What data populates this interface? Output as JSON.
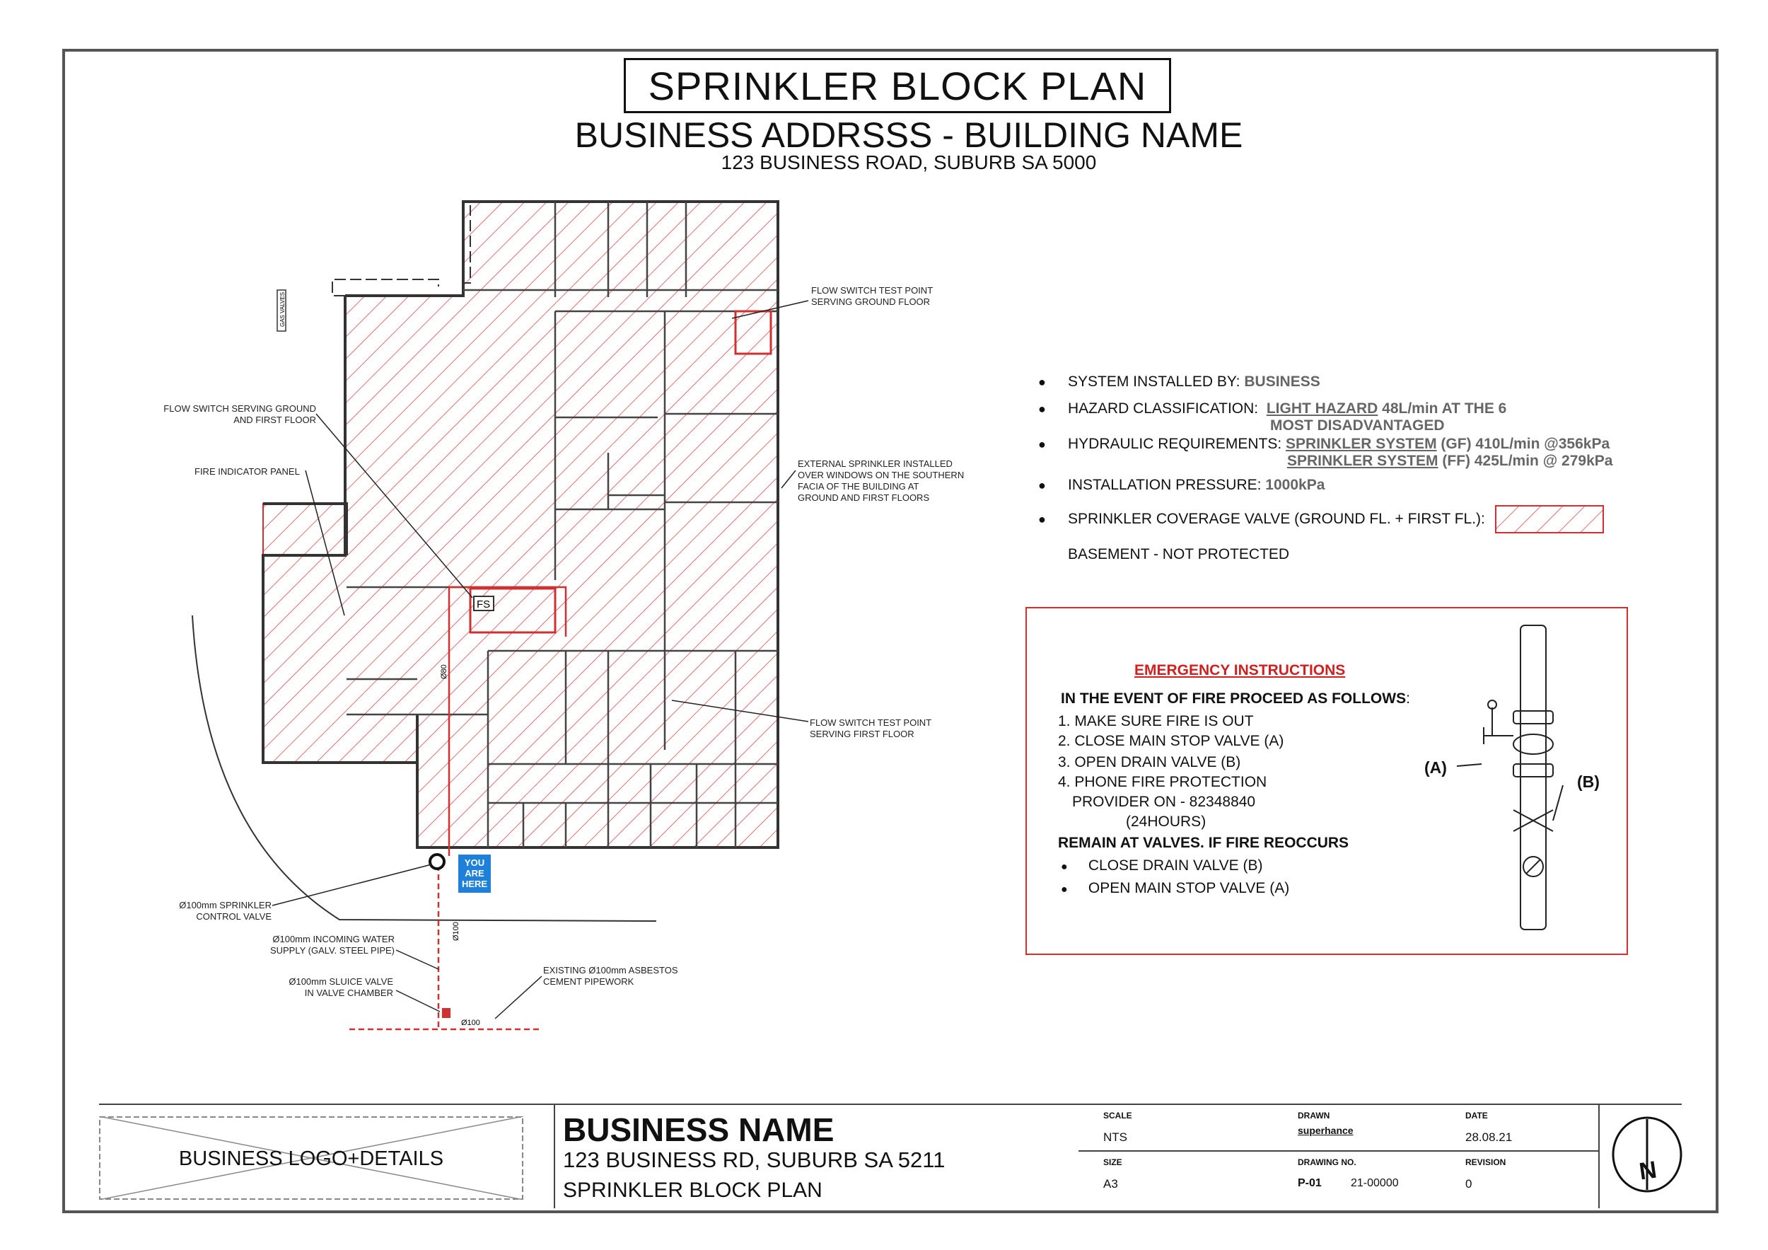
{
  "header": {
    "title": "SPRINKLER BLOCK PLAN",
    "subtitle": "BUSINESS ADDRSSS - BUILDING NAME",
    "address": "123 BUSINESS ROAD, SUBURB SA 5000"
  },
  "callouts": {
    "gas_valves": "GAS VALVES",
    "flow_switch_test_gf": [
      "FLOW SWITCH TEST POINT",
      "SERVING GROUND FLOOR"
    ],
    "flow_switch_serving": [
      "FLOW SWITCH SERVING GROUND",
      "AND FIRST FLOOR"
    ],
    "fire_indicator_panel": "FIRE INDICATOR PANEL",
    "external_sprinkler": [
      "EXTERNAL SPRINKLER INSTALLED",
      "OVER WINDOWS ON THE SOUTHERN",
      "FACIA OF THE BUILDING AT",
      "GROUND AND FIRST FLOORS"
    ],
    "flow_switch_test_ff": [
      "FLOW SWITCH TEST POINT",
      "SERVING FIRST FLOOR"
    ],
    "control_valve": [
      "Ø100mm SPRINKLER",
      "CONTROL VALVE"
    ],
    "incoming_water": [
      "Ø100mm INCOMING WATER",
      "SUPPLY (GALV. STEEL PIPE)"
    ],
    "sluice_valve": [
      "Ø100mm SLUICE VALVE",
      "IN VALVE CHAMBER"
    ],
    "existing_pipework": [
      "EXISTING Ø100mm ASBESTOS",
      "CEMENT PIPEWORK"
    ],
    "you_are_here": [
      "YOU",
      "ARE",
      "HERE"
    ],
    "fs_label": "FS",
    "pipe_d80": "Ø80",
    "pipe_d100_v": "Ø100",
    "pipe_d100_h": "Ø100"
  },
  "info": {
    "installed_by_label": "SYSTEM INSTALLED BY:",
    "installed_by_value": "BUSINESS",
    "hazard_label": "HAZARD CLASSIFICATION:",
    "hazard_value_u": "LIGHT HAZARD",
    "hazard_value_rest": "48L/min AT THE 6",
    "hazard_value_line2": "MOST DISADVANTAGED",
    "hydraulic_label": "HYDRAULIC REQUIREMENTS:",
    "hydraulic_1_u": "SPRINKLER SYSTEM",
    "hydraulic_1_rest": "(GF) 410L/min @356kPa",
    "hydraulic_2_u": "SPRINKLER SYSTEM",
    "hydraulic_2_rest": "(FF) 425L/min @ 279kPa",
    "pressure_label": "INSTALLATION PRESSURE:",
    "pressure_value": "1000kPa",
    "coverage_label": "SPRINKLER COVERAGE VALVE (GROUND FL. + FIRST FL.):",
    "basement": "BASEMENT  -  NOT PROTECTED",
    "bullet": "●"
  },
  "emergency": {
    "title": "EMERGENCY INSTRUCTIONS",
    "intro": "IN THE EVENT OF FIRE PROCEED AS FOLLOWS",
    "intro_colon": ":",
    "steps": [
      "1. MAKE SURE FIRE IS OUT",
      "2. CLOSE MAIN STOP VALVE (A)",
      "3. OPEN DRAIN VALVE (B)",
      "4. PHONE  FIRE PROTECTION",
      "PROVIDER ON - 82348840",
      "(24HOURS)"
    ],
    "remain": "REMAIN AT VALVES. IF FIRE REOCCURS",
    "after": [
      "CLOSE DRAIN VALVE (B)",
      "OPEN MAIN STOP VALVE (A)"
    ],
    "valve_a": "(A)",
    "valve_b": "(B)"
  },
  "title_block": {
    "logo": "BUSINESS LOGO+DETAILS",
    "business_name": "BUSINESS NAME",
    "business_address": "123 BUSINESS RD, SUBURB SA 5211",
    "plan_name": "SPRINKLER BLOCK PLAN",
    "scale_label": "SCALE",
    "scale_value": "NTS",
    "drawn_label": "DRAWN",
    "drawn_value": "superhance",
    "date_label": "DATE",
    "date_value": "28.08.21",
    "size_label": "SIZE",
    "size_value": "A3",
    "drawing_no_label": "DRAWING NO.",
    "drawing_no_prefix": "P-01",
    "drawing_no_value": "21-00000",
    "revision_label": "REVISION",
    "revision_value": "0",
    "north": "N"
  },
  "colors": {
    "accent_red": "#d03030",
    "hatch_red": "#e07070",
    "wall": "#333333",
    "you_are_here": "#1e80d8"
  }
}
